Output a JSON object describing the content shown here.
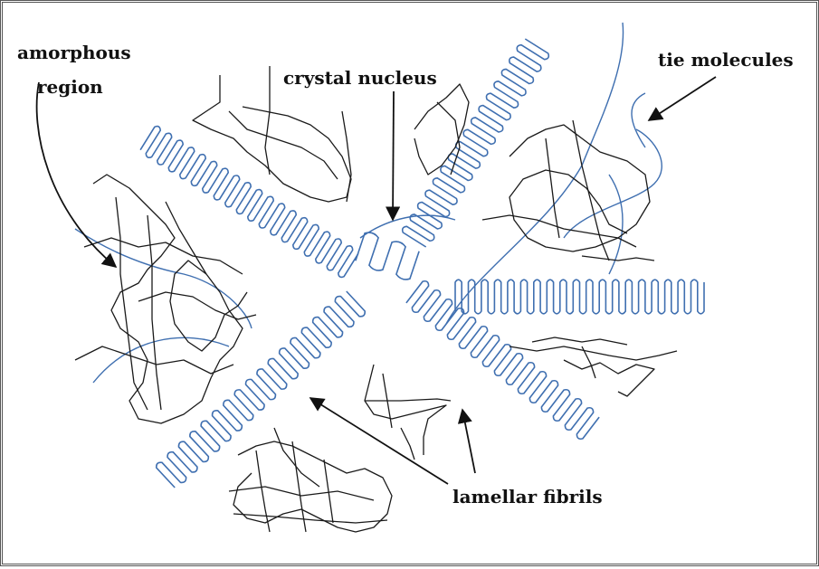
{
  "labels": {
    "amorphous_line1": "amorphous",
    "amorphous_line2": "region",
    "crystal_nucleus": "crystal nucleus",
    "tie_molecules": "tie molecules",
    "lamellar_fibrils": "lamellar fibrils"
  },
  "colors": {
    "lamella": "#3f6fb0",
    "chain": "#1a1a1a",
    "frame": "#555555"
  }
}
